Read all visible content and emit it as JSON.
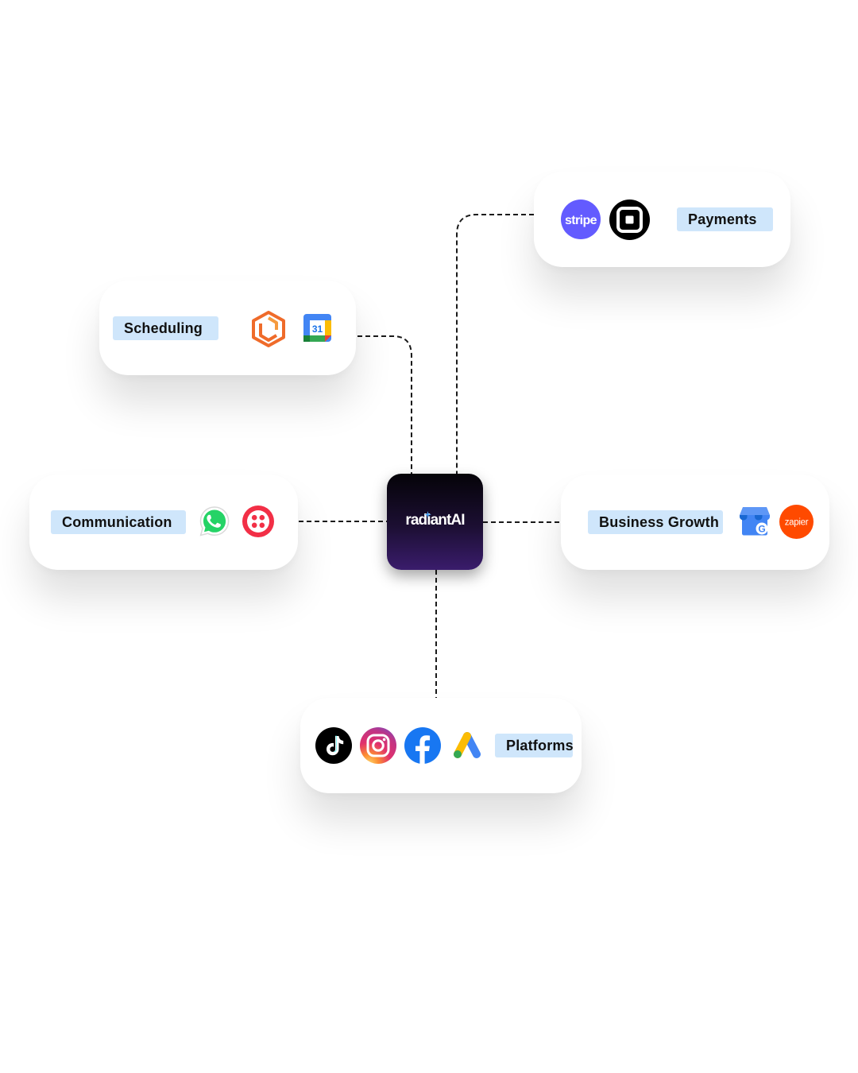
{
  "hub": {
    "label": "radiantAI"
  },
  "categories": {
    "payments": {
      "label": "Payments",
      "logos": [
        "stripe-logo",
        "square-logo"
      ],
      "stripe_text": "stripe"
    },
    "scheduling": {
      "label": "Scheduling",
      "logos": [
        "scheduling-cube-logo",
        "google-calendar-logo"
      ],
      "calendar_day": "31"
    },
    "communication": {
      "label": "Communication",
      "logos": [
        "whatsapp-logo",
        "twilio-logo"
      ]
    },
    "business_growth": {
      "label": "Business Growth",
      "logos": [
        "google-business-profile-logo",
        "zapier-logo"
      ],
      "zapier_text": "zapier"
    },
    "platforms": {
      "label": "Platforms",
      "logos": [
        "tiktok-logo",
        "instagram-logo",
        "facebook-logo",
        "google-ads-logo"
      ]
    }
  },
  "colors": {
    "tag_background": "#cfe6fb",
    "hub_gradient_top": "#050308",
    "hub_gradient_bottom": "#3a1c6c",
    "connector": "#1a1a1a"
  }
}
